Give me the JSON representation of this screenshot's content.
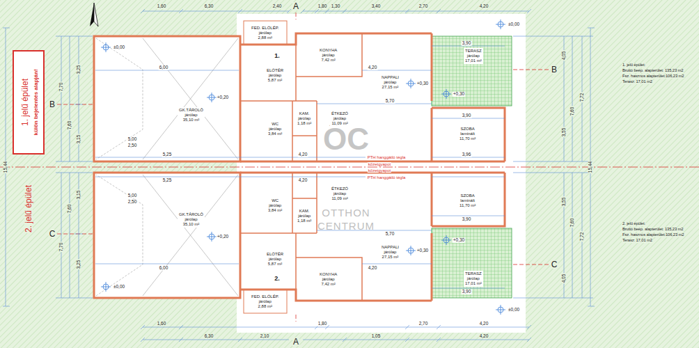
{
  "diagram": {
    "nodes": [
      {
        "text": [
          "1. jelű épület",
          "külön bejelentés alapján!"
        ]
      },
      {
        "text": [
          "FED. ELŐLÉP.",
          "járólap",
          "2,88 m²"
        ]
      },
      {
        "text": [
          "KONYHA",
          "járólap",
          "7,42 m²"
        ]
      },
      {
        "text": [
          "ELŐTÉR",
          "járólap",
          "5,87 m²"
        ]
      },
      {
        "text": [
          "NAPPALI",
          "járólap",
          "27,15 m²"
        ]
      },
      {
        "text": [
          "TERASZ",
          "járólap",
          "17,01 m²"
        ]
      },
      {
        "text": [
          "GK.TÁROLÓ",
          "járólap",
          "35,10 m²"
        ]
      },
      {
        "text": [
          "WC",
          "járólap",
          "3,84 m²"
        ]
      },
      {
        "text": [
          "KAM.",
          "járólap",
          "1,18 m²"
        ]
      },
      {
        "text": [
          "ÉTKEZŐ",
          "járólap",
          "11,09 m²"
        ]
      },
      {
        "text": [
          "SZOBA",
          "laminált",
          "11,70 m²"
        ]
      },
      {
        "text": [
          "SZOBA",
          "laminált",
          "11,70 m²"
        ]
      },
      {
        "text": [
          "GK.TÁROLÓ",
          "járólap",
          "35,10 m²"
        ]
      },
      {
        "text": [
          "WC",
          "járólap",
          "3,84 m²"
        ]
      },
      {
        "text": [
          "KAM.",
          "járólap",
          "1,18 m²"
        ]
      },
      {
        "text": [
          "ÉTKEZŐ",
          "járólap",
          "11,09 m²"
        ]
      },
      {
        "text": [
          "NAPPALI",
          "járólap",
          "27,15 m²"
        ]
      },
      {
        "text": [
          "ELŐTÉR",
          "járólap",
          "5,87 m²"
        ]
      },
      {
        "text": [
          "KONYHA",
          "járólap",
          "7,42 m²"
        ]
      },
      {
        "text": [
          "TERASZ",
          "járólap",
          "17,01 m²"
        ]
      },
      {
        "text": [
          "FED. ELŐLÉP.",
          "járólap",
          "2,88 m²"
        ]
      }
    ],
    "labels": [
      "1,60",
      "6,30",
      "2,40",
      "1,80",
      "1,30",
      "3,40",
      "2,70",
      "4,20",
      "1,60",
      "1,80",
      "2,70",
      "4,20",
      "6,30",
      "2,10",
      "1,05",
      "4,20",
      "15,44",
      "7,70",
      "7,70",
      "7,60",
      "7,60",
      "3,25",
      "3,15",
      "3,15",
      "3,25",
      "15,44",
      "7,72",
      "7,72",
      "7,60",
      "7,60",
      "4,05",
      "3,55",
      "3,55",
      "4,05",
      "6,00",
      "5,25",
      "5,00",
      "2,50",
      "5,00",
      "2,50",
      "6,00",
      "5,25",
      "4,20",
      "4,20",
      "4,20",
      "4,20",
      "5,70",
      "5,70",
      "3,90",
      "3,90",
      "3,96",
      "3,90",
      "3,90",
      "±0,00",
      "±0,00",
      "±0,00",
      "±0,00",
      "+0,20",
      "+0,20",
      "+0,30",
      "+0,30",
      "+0,30",
      "+0,30",
      "A",
      "A",
      "B",
      "B",
      "C",
      "C",
      "1.",
      "2.",
      "2. jelű épület",
      "PTH hanggátló tégla",
      "kőzetgyapot",
      "kőzetgyapot",
      "PTH hanggátló tégla",
      "ÔC",
      "OTTHON",
      "CENTRUM",
      "1. jelű épület:",
      "Bruttó beép. alapterület: 135,23 m2",
      "Fsz. hasznos alapterület:106,23 m2",
      "Terasz: 17,01 m2",
      "2. jelű épület:",
      "Bruttó beép. alapterület: 135,23 m2",
      "Fsz. hasznos alapterület:106,23 m2",
      "Terasz: 17,01 m2"
    ]
  }
}
